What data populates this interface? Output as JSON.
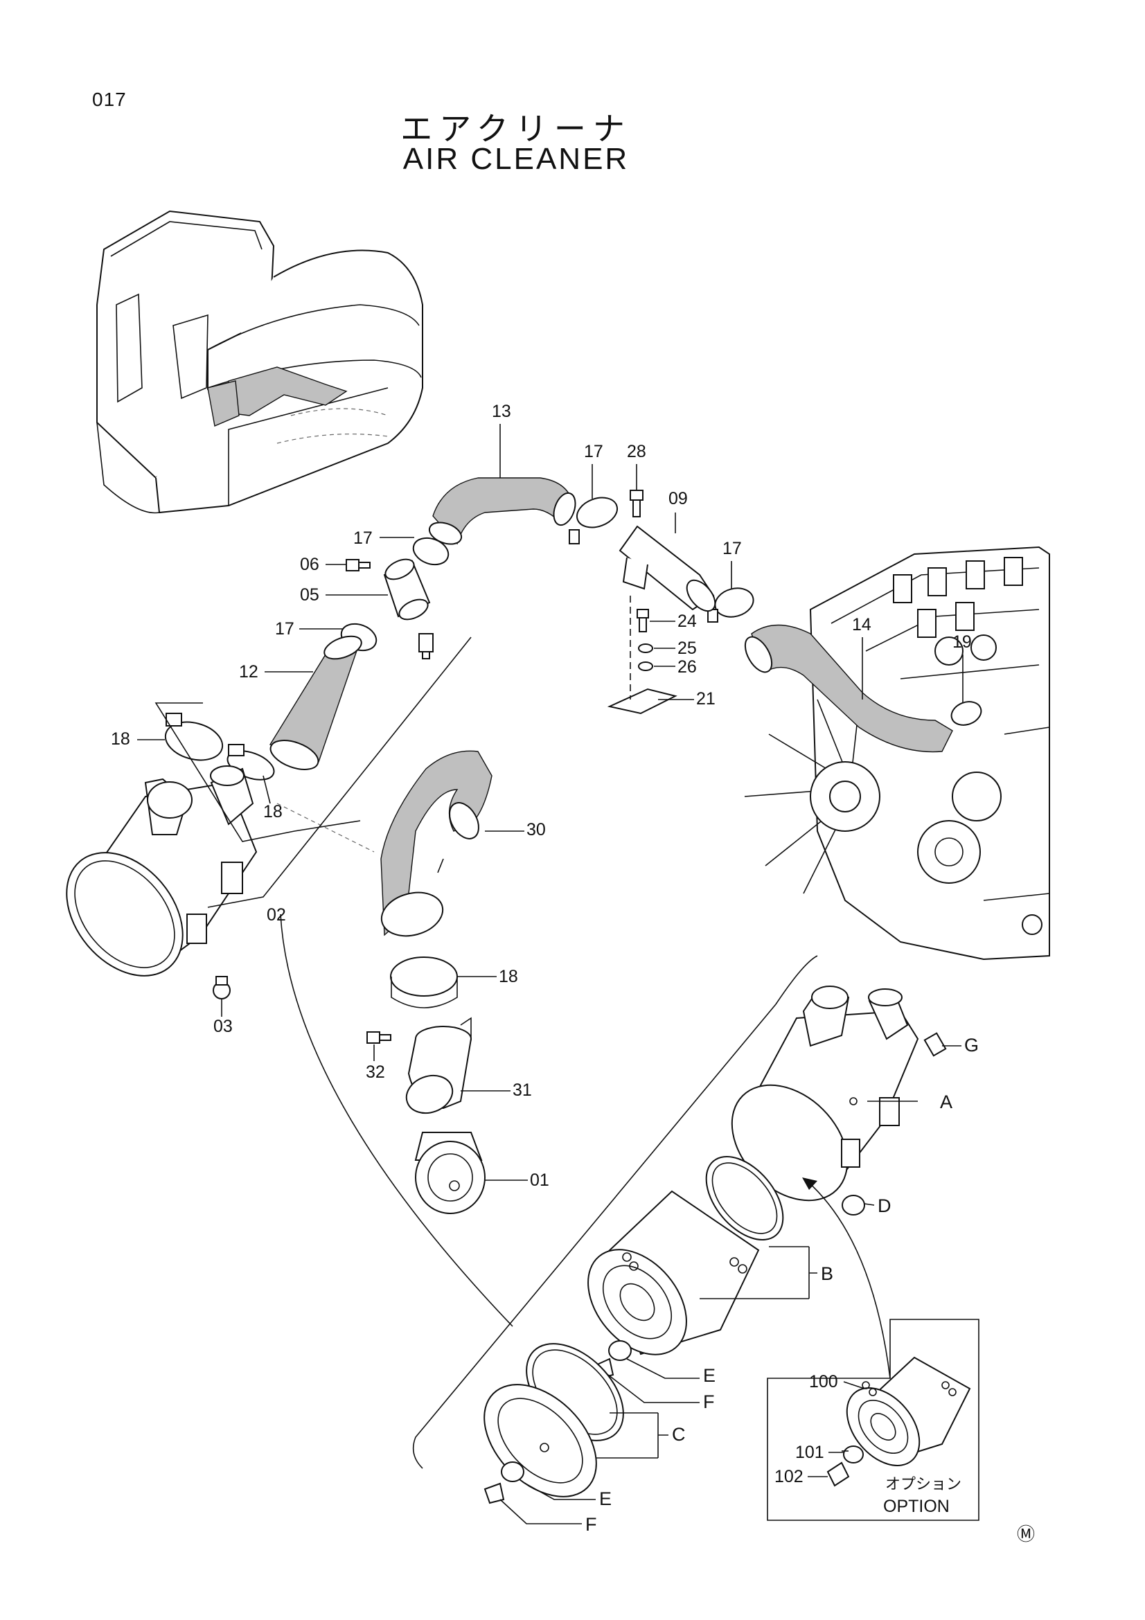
{
  "header": {
    "page_number": "017",
    "title_jp": "エアクリーナ",
    "title_en": "AIR CLEANER"
  },
  "callouts": {
    "p13": "13",
    "p17a": "17",
    "p28": "28",
    "p09": "09",
    "p17b": "17",
    "p06": "06",
    "p05": "05",
    "p17c": "17",
    "p17d": "17",
    "p24": "24",
    "p25": "25",
    "p26": "26",
    "p21": "21",
    "p14": "14",
    "p19": "19",
    "p12": "12",
    "p18a": "18",
    "p18b": "18",
    "p30": "30",
    "p02": "02",
    "p03": "03",
    "p18c": "18",
    "p32": "32",
    "p31": "31",
    "p01": "01",
    "pG": "G",
    "pA": "A",
    "pD": "D",
    "pB": "B",
    "pE1": "E",
    "pF1": "F",
    "pC": "C",
    "pE2": "E",
    "pF2": "F",
    "p100": "100",
    "p101": "101",
    "p102": "102"
  },
  "option_box": {
    "label_jp": "オプション",
    "label_en": "OPTION"
  },
  "footer_mark": "Ⓜ"
}
